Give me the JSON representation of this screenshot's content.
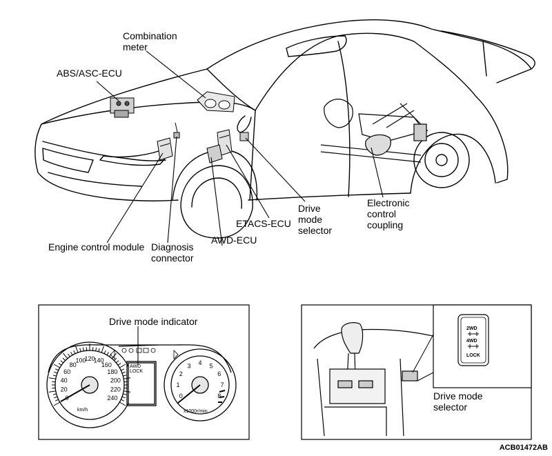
{
  "labels": {
    "combination_meter": "Combination\nmeter",
    "abs_asc_ecu": "ABS/ASC-ECU",
    "engine_control_module": "Engine control module",
    "diagnosis_connector": "Diagnosis\nconnector",
    "awd_ecu": "AWD-ECU",
    "etacs_ecu": "ETACS-ECU",
    "drive_mode_selector": "Drive\nmode\nselector",
    "electronic_control_coupling": "Electronic\ncontrol\ncoupling",
    "drive_mode_indicator": "Drive mode indicator",
    "drive_mode_selector_inset": "Drive mode\nselector"
  },
  "speedometer": {
    "ticks": [
      "0",
      "20",
      "40",
      "60",
      "80",
      "100",
      "120",
      "140",
      "160",
      "180",
      "200",
      "220",
      "240"
    ],
    "unit": "km/h"
  },
  "tachometer": {
    "ticks": [
      "0",
      "1",
      "2",
      "3",
      "4",
      "5",
      "6",
      "7",
      "8"
    ],
    "unit": "x1000r/min"
  },
  "indicator_text": [
    "AWD",
    "LOCK"
  ],
  "selector_switch": [
    "2WD",
    "4WD",
    "LOCK"
  ],
  "figure_id": "ACB01472AB"
}
